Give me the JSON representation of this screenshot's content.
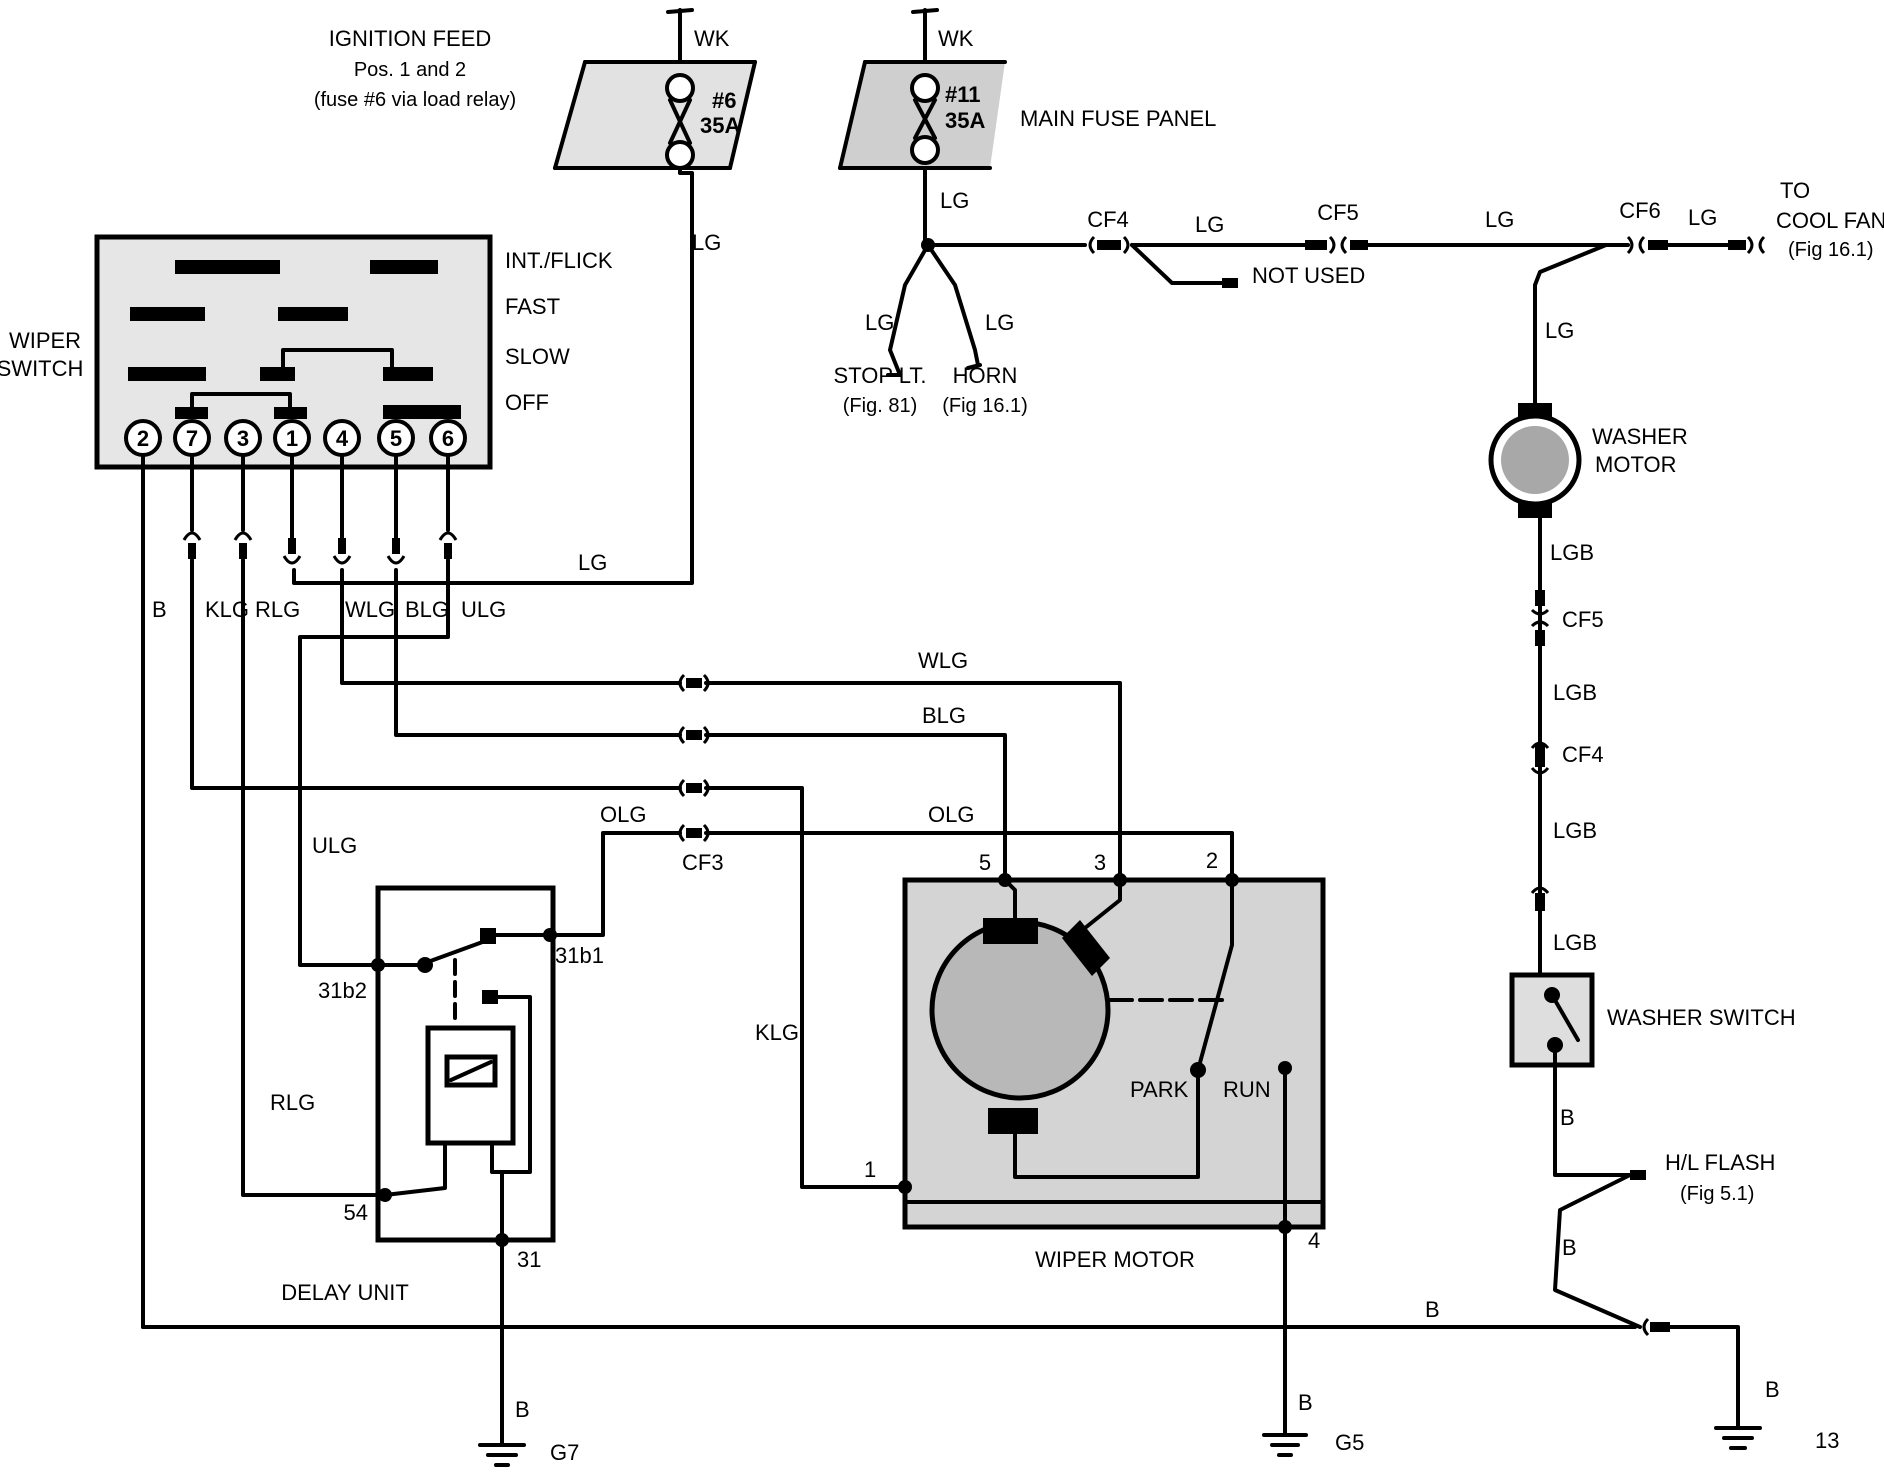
{
  "ignition_feed": {
    "title": "IGNITION FEED",
    "line2": "Pos. 1 and 2",
    "line3": "(fuse #6 via load relay)"
  },
  "fuses": {
    "fuse6": {
      "wire_top": "WK",
      "number": "#6",
      "rating": "35A"
    },
    "fuse11": {
      "wire_top": "WK",
      "number": "#11",
      "rating": "35A"
    },
    "main_fuse_panel": "MAIN FUSE PANEL"
  },
  "wiper_switch": {
    "label_line1": "WIPER",
    "label_line2": "SWITCH",
    "positions": [
      "INT./FLICK",
      "FAST",
      "SLOW",
      "OFF"
    ],
    "pins": [
      "2",
      "7",
      "3",
      "1",
      "4",
      "5",
      "6"
    ]
  },
  "wires": {
    "lg": "LG",
    "b": "B",
    "klg": "KLG",
    "rlg": "RLG",
    "wlg": "WLG",
    "blg": "BLG",
    "ulg": "ULG",
    "olg": "OLG",
    "lgb": "LGB"
  },
  "connectors": {
    "cf3": "CF3",
    "cf4": "CF4",
    "cf5": "CF5",
    "cf6": "CF6"
  },
  "branches": {
    "not_used": "NOT USED",
    "stop_lt": "STOP LT.",
    "stop_lt_fig": "(Fig. 81)",
    "horn": "HORN",
    "horn_fig": "(Fig 16.1)",
    "to": "TO",
    "cool_fan": "COOL FAN",
    "cool_fan_fig": "(Fig 16.1)",
    "hl_flash": "H/L FLASH",
    "hl_flash_fig": "(Fig 5.1)"
  },
  "components": {
    "washer_motor_line1": "WASHER",
    "washer_motor_line2": "MOTOR",
    "washer_switch": "WASHER SWITCH",
    "delay_unit": "DELAY UNIT",
    "wiper_motor": "WIPER MOTOR",
    "park": "PARK",
    "run": "RUN"
  },
  "terminals": {
    "t31b2": "31b2",
    "t31b1": "31b1",
    "t54": "54",
    "t31": "31",
    "m1": "1",
    "m2": "2",
    "m3": "3",
    "m4": "4",
    "m5": "5"
  },
  "grounds": {
    "g7": "G7",
    "g5": "G5",
    "g13": "13"
  }
}
